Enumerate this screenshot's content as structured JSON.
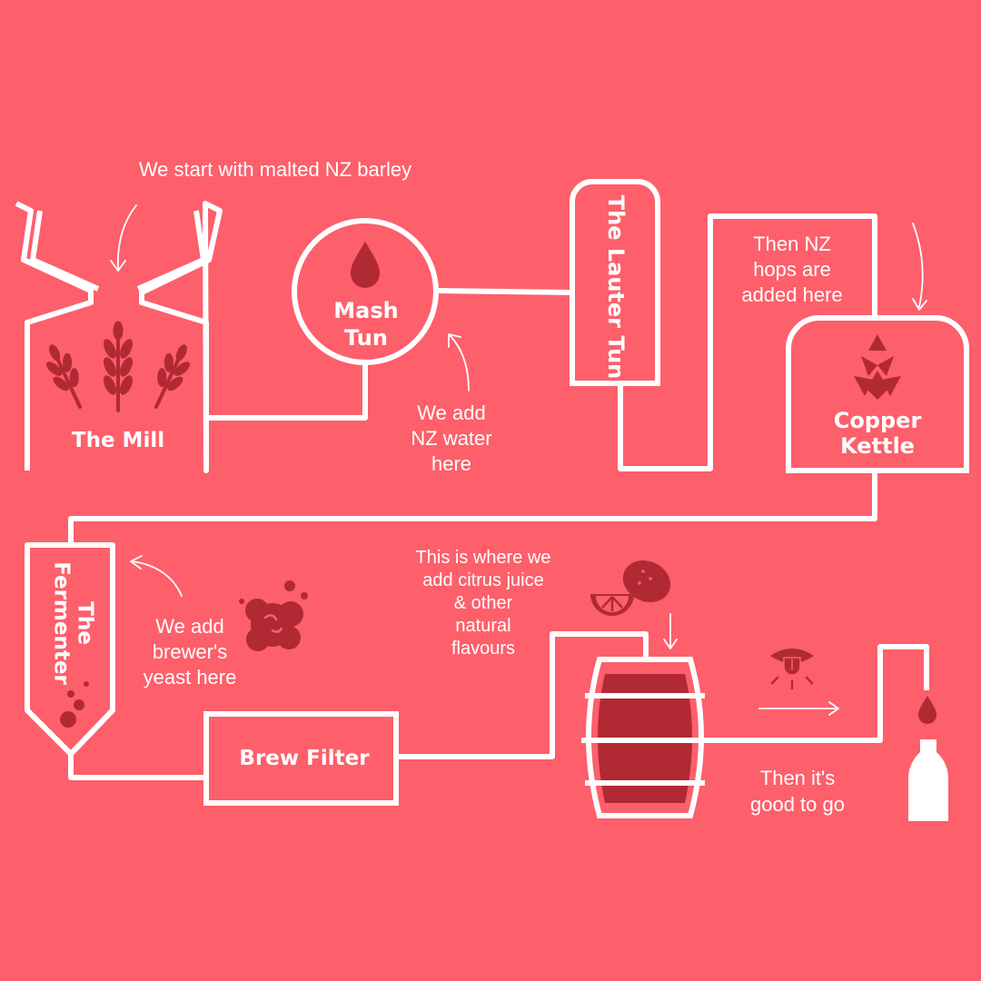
{
  "colors": {
    "background": "#fd5f6b",
    "line": "#ffffff",
    "icon": "#b12a33"
  },
  "stages": {
    "mill": "The Mill",
    "mash_tun_line1": "Mash",
    "mash_tun_line2": "Tun",
    "lauter_tun": "The Lauter Tun",
    "copper_kettle_line1": "Copper",
    "copper_kettle_line2": "Kettle",
    "fermenter_line1": "The",
    "fermenter_line2": "Fermenter",
    "brew_filter": "Brew Filter"
  },
  "notes": {
    "barley": "We start with malted NZ barley",
    "water": [
      "We add",
      "NZ water",
      "here"
    ],
    "hops": [
      "Then NZ",
      "hops are",
      "added here"
    ],
    "yeast": [
      "We add",
      "brewer's",
      "yeast here"
    ],
    "citrus": [
      "This is where we",
      "add citrus juice",
      "& other",
      "natural",
      "flavours"
    ],
    "done": [
      "Then it's",
      "good to go"
    ]
  },
  "icons": {
    "mill": "wheat-icon",
    "mash_tun": "water-drop-icon",
    "copper_kettle": "hop-icon",
    "fermenter": "bubbles-icon",
    "yeast": "yeast-icon",
    "citrus": "citrus-icon",
    "barrel": "barrel-icon",
    "taste": "tongue-icon",
    "bottle": "bottle-icon"
  }
}
